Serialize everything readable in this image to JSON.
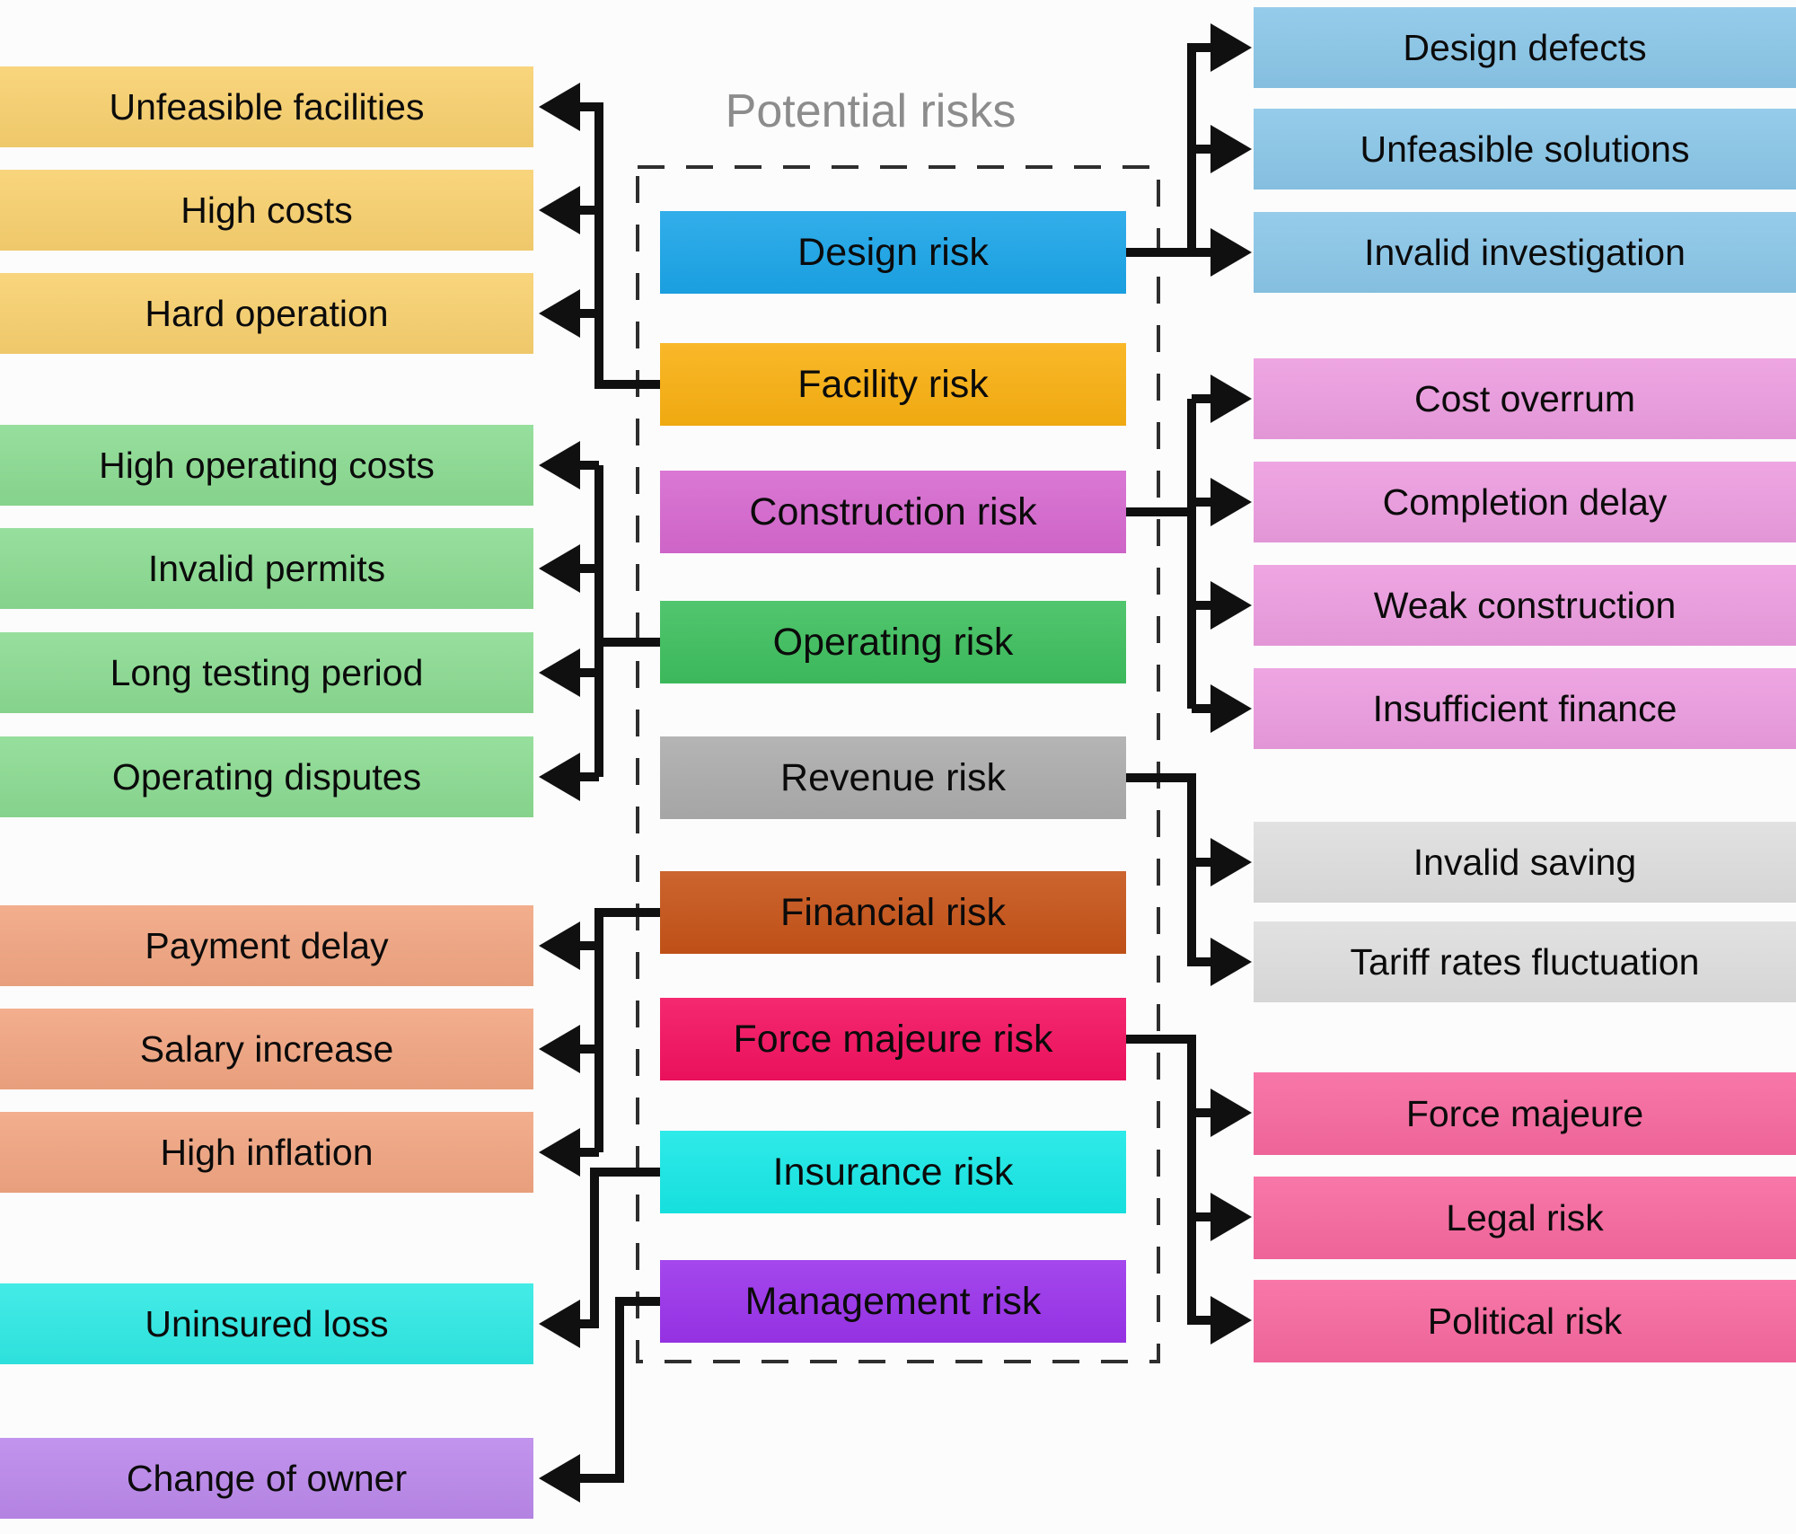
{
  "title": "Potential risks",
  "colors": {
    "left_yellow": "#F8D06E",
    "left_green": "#8BDB92",
    "left_salmon": "#F1A581",
    "left_cyan": "#2FE9E4",
    "left_purple": "#BB88EB",
    "center_blue": "#1BA5E8",
    "center_orange": "#F9B011",
    "center_orchid": "#D668CF",
    "center_green": "#3EBF5E",
    "center_gray": "#ACACAC",
    "center_brown": "#C65318",
    "center_deep_pink": "#F3115F",
    "center_cyan": "#17E8E6",
    "center_purple": "#9A33EB",
    "right_blue": "#8AC6E8",
    "right_orchid": "#EC9CDF",
    "right_gray": "#DEDEDE",
    "right_pink": "#F7689F",
    "title_gray": "#8C8C8C",
    "arrow_black": "#101010"
  },
  "center_boxes": [
    {
      "label": "Design risk"
    },
    {
      "label": "Facility risk"
    },
    {
      "label": "Construction risk"
    },
    {
      "label": "Operating risk"
    },
    {
      "label": "Revenue risk"
    },
    {
      "label": "Financial risk"
    },
    {
      "label": "Force majeure risk"
    },
    {
      "label": "Insurance risk"
    },
    {
      "label": "Management risk"
    }
  ],
  "left_boxes": [
    {
      "label": "Unfeasible facilities"
    },
    {
      "label": "High costs"
    },
    {
      "label": "Hard operation"
    },
    {
      "label": "High operating costs"
    },
    {
      "label": "Invalid permits"
    },
    {
      "label": "Long testing period"
    },
    {
      "label": "Operating disputes"
    },
    {
      "label": "Payment delay"
    },
    {
      "label": "Salary increase"
    },
    {
      "label": "High inflation"
    },
    {
      "label": "Uninsured loss"
    },
    {
      "label": "Change of owner"
    }
  ],
  "right_boxes": [
    {
      "label": "Design defects"
    },
    {
      "label": "Unfeasible solutions"
    },
    {
      "label": "Invalid investigation"
    },
    {
      "label": "Cost overrum"
    },
    {
      "label": "Completion delay"
    },
    {
      "label": "Weak construction"
    },
    {
      "label": "Insufficient finance"
    },
    {
      "label": "Invalid saving"
    },
    {
      "label": "Tariff rates fluctuation"
    },
    {
      "label": "Force majeure"
    },
    {
      "label": "Legal risk"
    },
    {
      "label": "Political risk"
    }
  ],
  "relations": [
    {
      "source": "Design risk",
      "side": "right",
      "targets": [
        "Design defects",
        "Unfeasible solutions",
        "Invalid investigation"
      ]
    },
    {
      "source": "Facility risk",
      "side": "left",
      "targets": [
        "Unfeasible facilities",
        "High costs",
        "Hard operation"
      ]
    },
    {
      "source": "Construction risk",
      "side": "right",
      "targets": [
        "Cost overrum",
        "Completion delay",
        "Weak construction",
        "Insufficient finance"
      ]
    },
    {
      "source": "Operating risk",
      "side": "left",
      "targets": [
        "High operating costs",
        "Invalid permits",
        "Long testing period",
        "Operating disputes"
      ]
    },
    {
      "source": "Revenue risk",
      "side": "right",
      "targets": [
        "Invalid saving",
        "Tariff rates fluctuation"
      ]
    },
    {
      "source": "Financial risk",
      "side": "left",
      "targets": [
        "Payment delay",
        "Salary increase",
        "High inflation"
      ]
    },
    {
      "source": "Force majeure risk",
      "side": "right",
      "targets": [
        "Force majeure",
        "Legal risk",
        "Political risk"
      ]
    },
    {
      "source": "Insurance risk",
      "side": "left",
      "targets": [
        "Uninsured loss"
      ]
    },
    {
      "source": "Management risk",
      "side": "left",
      "targets": [
        "Change of owner"
      ]
    }
  ]
}
